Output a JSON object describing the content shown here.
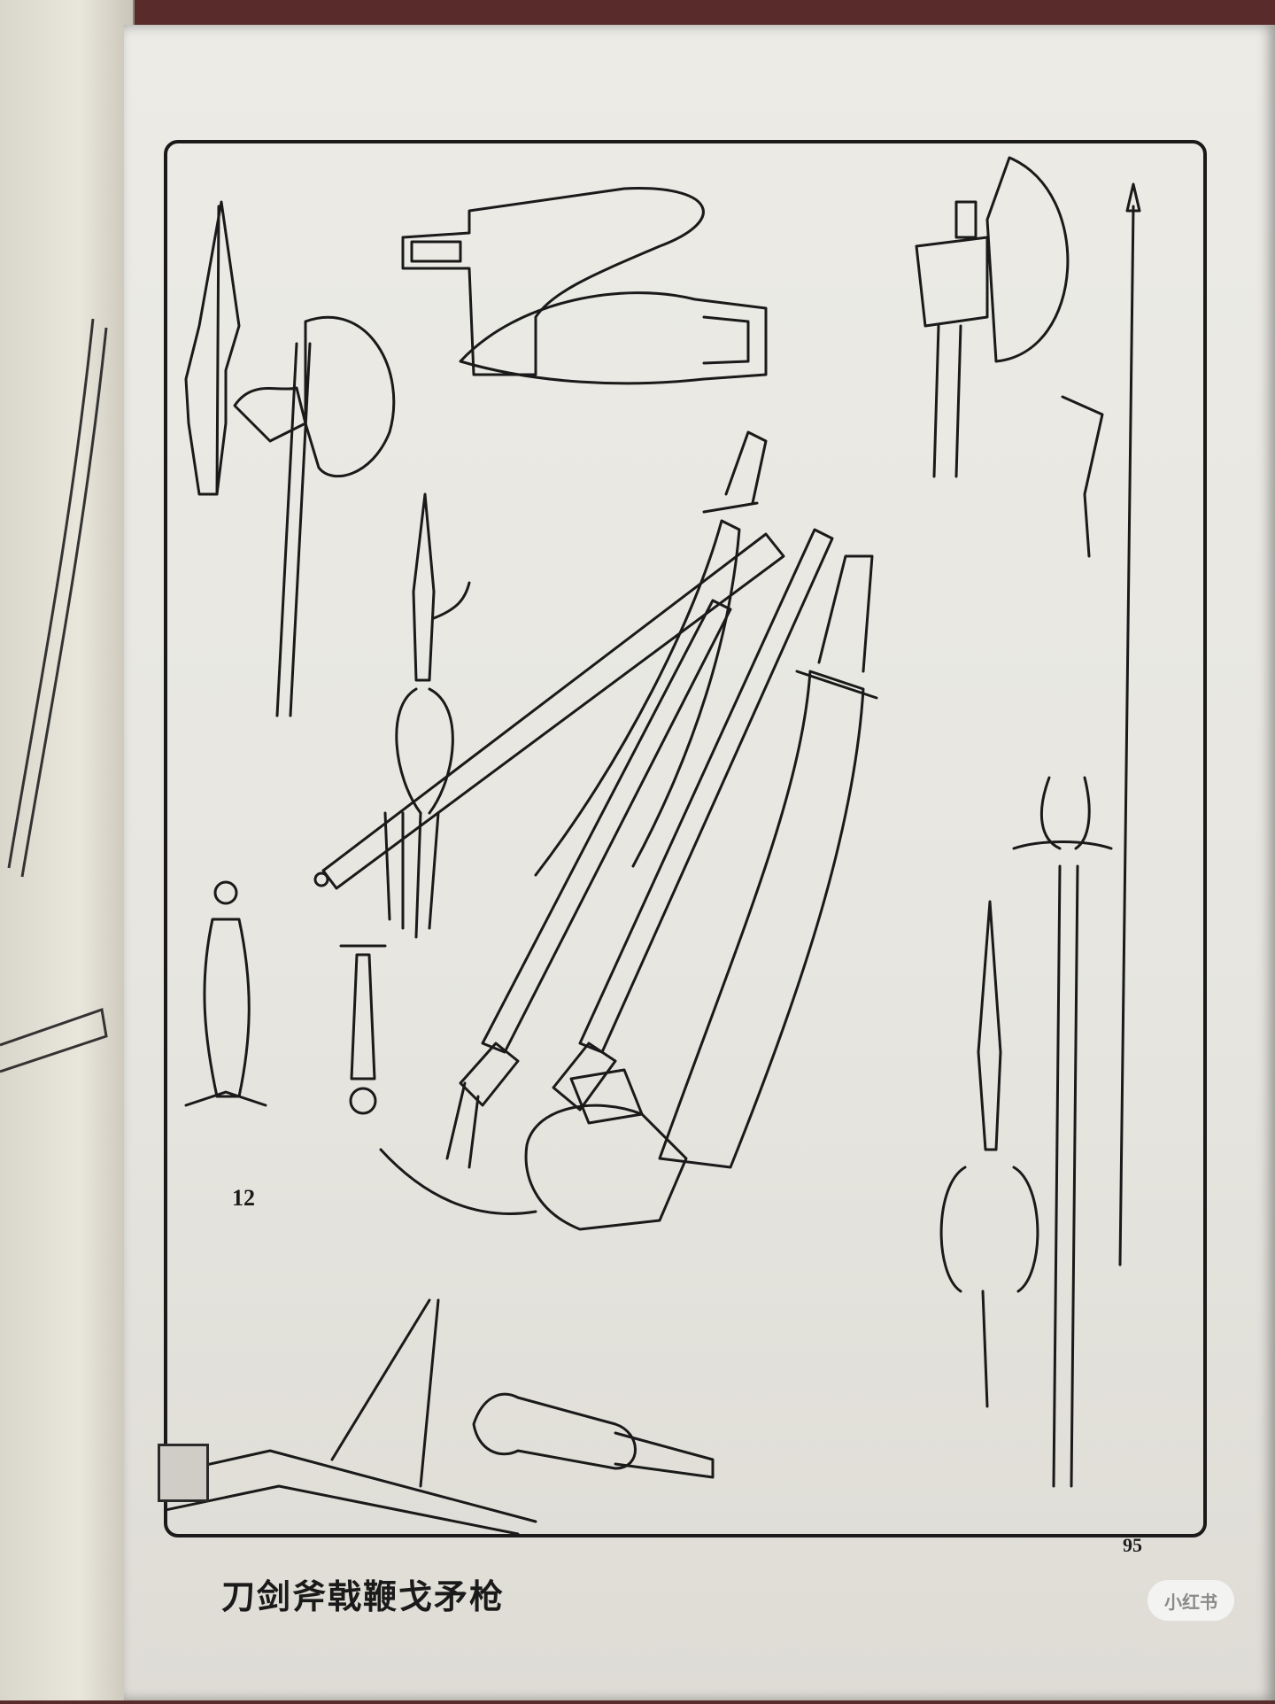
{
  "page": {
    "caption": "刀剑斧戟鞭戈矛枪",
    "page_number": "95",
    "plate_number": "12"
  },
  "watermark": {
    "label": "小红书"
  },
  "illustration": {
    "subjects": [
      "spear-head",
      "axe",
      "dagger-axe",
      "halberd",
      "sword",
      "scabbard",
      "saber",
      "chain-whip",
      "tassel-spear",
      "hilt"
    ]
  },
  "colors": {
    "ink": "#1a1a1a",
    "paper": "#e9e8e2",
    "background": "#5a2b2b"
  }
}
